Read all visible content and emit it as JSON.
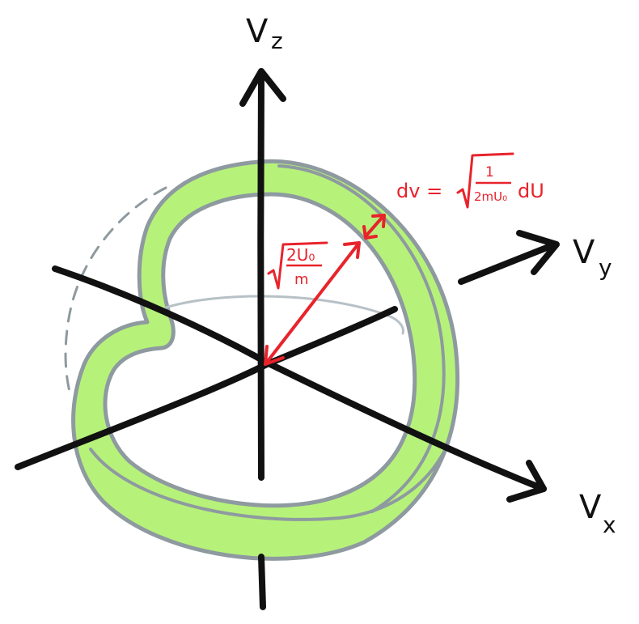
{
  "axes": {
    "z": {
      "label": "V",
      "subscript": "z"
    },
    "y": {
      "label": "V",
      "subscript": "y"
    },
    "x": {
      "label": "V",
      "subscript": "x"
    }
  },
  "radius_annotation": {
    "numerator": "2U₀",
    "denominator": "m"
  },
  "shell_thickness_annotation": {
    "lhs": "dv =",
    "numerator": "1",
    "denominator": "2mU₀",
    "rhs": "dU"
  },
  "colors": {
    "shell_fill": "#b6f27a",
    "shell_outline": "#8e9aa0",
    "axis": "#111111",
    "annotation": "#e8232b",
    "hidden_edge": "#8e9aa0"
  }
}
